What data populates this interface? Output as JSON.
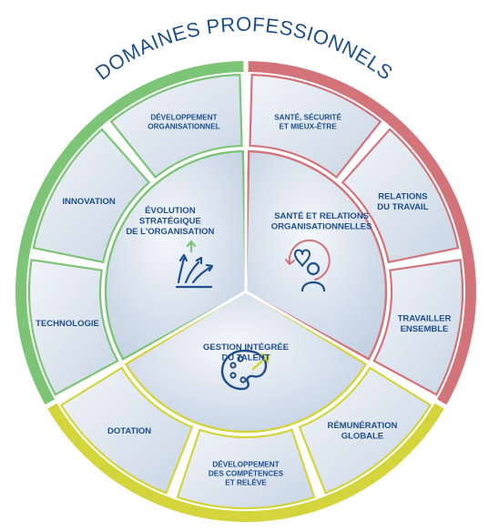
{
  "title": "DOMAINES PROFESSIONNELS",
  "colors": {
    "green": "#7cc576",
    "red": "#d3737a",
    "yellow": "#d4d43c",
    "navy": "#1e4f8c",
    "fill_light": "#eef2f7",
    "fill_dark": "#c6d4e4"
  },
  "sectors": [
    {
      "color": "green",
      "label_lines": [
        "ÉVOLUTION",
        "STRATÉGIQUE",
        "DE L'ORGANISATION"
      ],
      "icon": "growth-arrows-icon",
      "segments": [
        {
          "label_lines": [
            "TECHNOLOGIE"
          ]
        },
        {
          "label_lines": [
            "INNOVATION"
          ]
        },
        {
          "label_lines": [
            "DÉVELOPPEMENT",
            "ORGANISATIONNEL"
          ]
        }
      ]
    },
    {
      "color": "red",
      "label_lines": [
        "SANTÉ ET RELATIONS",
        "ORGANISATIONNELLES"
      ],
      "icon": "heart-person-icon",
      "segments": [
        {
          "label_lines": [
            "SANTÉ, SÉCURITÉ",
            "ET MIEUX-ÊTRE"
          ]
        },
        {
          "label_lines": [
            "RELATIONS",
            "DU TRAVAIL"
          ]
        },
        {
          "label_lines": [
            "TRAVAILLER",
            "ENSEMBLE"
          ]
        }
      ]
    },
    {
      "color": "yellow",
      "label_lines": [
        "GESTION INTÉGRÉE",
        "DU TALENT"
      ],
      "icon": "palette-icon",
      "segments": [
        {
          "label_lines": [
            "RÉMUNÉRATION",
            "GLOBALE"
          ]
        },
        {
          "label_lines": [
            "DÉVELOPPEMENT",
            "DES COMPÉTENCES",
            "ET RELÈVE"
          ]
        },
        {
          "label_lines": [
            "DOTATION"
          ]
        }
      ]
    }
  ]
}
